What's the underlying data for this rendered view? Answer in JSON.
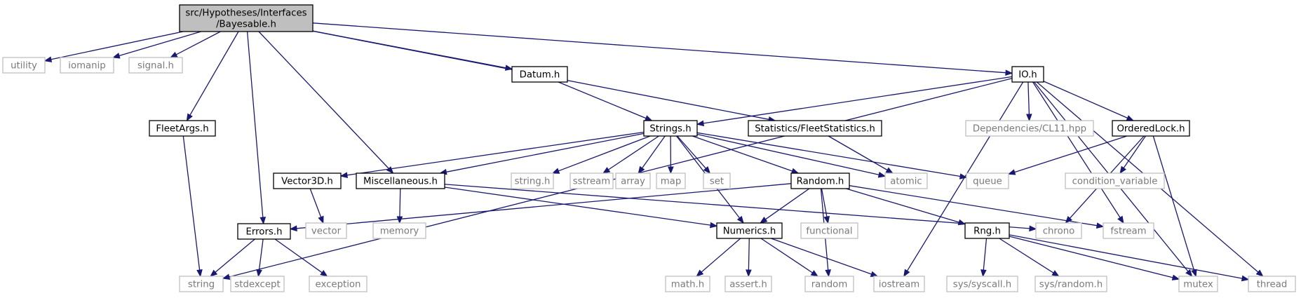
{
  "graph": {
    "colors": {
      "edge": "#191970",
      "local_border": "#000000",
      "external_border": "#bfbfbf",
      "external_text": "#7a7a7a",
      "root_fill": "#bfbfbf"
    },
    "nodes": {
      "root": {
        "label": [
          "src/Hypotheses/Interfaces",
          "/Bayesable.h"
        ],
        "kind": "root"
      },
      "utility": {
        "label": [
          "utility"
        ],
        "kind": "external"
      },
      "iomanip": {
        "label": [
          "iomanip"
        ],
        "kind": "external"
      },
      "signal": {
        "label": [
          "signal.h"
        ],
        "kind": "external"
      },
      "fleetargs": {
        "label": [
          "FleetArgs.h"
        ],
        "kind": "local"
      },
      "errors": {
        "label": [
          "Errors.h"
        ],
        "kind": "local"
      },
      "misc": {
        "label": [
          "Miscellaneous.h"
        ],
        "kind": "local"
      },
      "datum": {
        "label": [
          "Datum.h"
        ],
        "kind": "local"
      },
      "fleetstats": {
        "label": [
          "Statistics/FleetStatistics.h"
        ],
        "kind": "local"
      },
      "io": {
        "label": [
          "IO.h"
        ],
        "kind": "local"
      },
      "strings": {
        "label": [
          "Strings.h"
        ],
        "kind": "local"
      },
      "cl11": {
        "label": [
          "Dependencies/CL11.hpp"
        ],
        "kind": "external"
      },
      "orderedlock": {
        "label": [
          "OrderedLock.h"
        ],
        "kind": "local"
      },
      "vector3d": {
        "label": [
          "Vector3D.h"
        ],
        "kind": "local"
      },
      "stringh": {
        "label": [
          "string.h"
        ],
        "kind": "external"
      },
      "sstream": {
        "label": [
          "sstream"
        ],
        "kind": "external"
      },
      "array": {
        "label": [
          "array"
        ],
        "kind": "external"
      },
      "map": {
        "label": [
          "map"
        ],
        "kind": "external"
      },
      "set": {
        "label": [
          "set"
        ],
        "kind": "external"
      },
      "random_h": {
        "label": [
          "Random.h"
        ],
        "kind": "local"
      },
      "atomic": {
        "label": [
          "atomic"
        ],
        "kind": "external"
      },
      "queue": {
        "label": [
          "queue"
        ],
        "kind": "external"
      },
      "condvar": {
        "label": [
          "condition_variable"
        ],
        "kind": "external"
      },
      "vector": {
        "label": [
          "vector"
        ],
        "kind": "external"
      },
      "memory": {
        "label": [
          "memory"
        ],
        "kind": "external"
      },
      "numerics": {
        "label": [
          "Numerics.h"
        ],
        "kind": "local"
      },
      "functional": {
        "label": [
          "functional"
        ],
        "kind": "external"
      },
      "chrono": {
        "label": [
          "chrono"
        ],
        "kind": "external"
      },
      "fstream": {
        "label": [
          "fstream"
        ],
        "kind": "external"
      },
      "rng": {
        "label": [
          "Rng.h"
        ],
        "kind": "local"
      },
      "string": {
        "label": [
          "string"
        ],
        "kind": "external"
      },
      "stdexcept": {
        "label": [
          "stdexcept"
        ],
        "kind": "external"
      },
      "exception": {
        "label": [
          "exception"
        ],
        "kind": "external"
      },
      "math": {
        "label": [
          "math.h"
        ],
        "kind": "external"
      },
      "assert": {
        "label": [
          "assert.h"
        ],
        "kind": "external"
      },
      "random": {
        "label": [
          "random"
        ],
        "kind": "external"
      },
      "iostream": {
        "label": [
          "iostream"
        ],
        "kind": "external"
      },
      "syscall": {
        "label": [
          "sys/syscall.h"
        ],
        "kind": "external"
      },
      "sysrandom": {
        "label": [
          "sys/random.h"
        ],
        "kind": "external"
      },
      "mutex": {
        "label": [
          "mutex"
        ],
        "kind": "external"
      },
      "thread": {
        "label": [
          "thread"
        ],
        "kind": "external"
      }
    },
    "edges": [
      [
        "root",
        "utility"
      ],
      [
        "root",
        "iomanip"
      ],
      [
        "root",
        "signal"
      ],
      [
        "root",
        "fleetargs"
      ],
      [
        "root",
        "errors"
      ],
      [
        "root",
        "misc"
      ],
      [
        "root",
        "datum"
      ],
      [
        "root",
        "fleetstats"
      ],
      [
        "root",
        "io"
      ],
      [
        "fleetargs",
        "string"
      ],
      [
        "datum",
        "strings"
      ],
      [
        "fleetstats",
        "atomic"
      ],
      [
        "io",
        "string"
      ],
      [
        "io",
        "strings"
      ],
      [
        "io",
        "cl11"
      ],
      [
        "io",
        "orderedlock"
      ],
      [
        "io",
        "iostream"
      ],
      [
        "io",
        "fstream"
      ],
      [
        "io",
        "mutex"
      ],
      [
        "io",
        "thread"
      ],
      [
        "strings",
        "vector3d"
      ],
      [
        "strings",
        "misc"
      ],
      [
        "strings",
        "stringh"
      ],
      [
        "strings",
        "sstream"
      ],
      [
        "strings",
        "array"
      ],
      [
        "strings",
        "map"
      ],
      [
        "strings",
        "set"
      ],
      [
        "strings",
        "random_h"
      ],
      [
        "strings",
        "atomic"
      ],
      [
        "strings",
        "queue"
      ],
      [
        "strings",
        "numerics"
      ],
      [
        "orderedlock",
        "queue"
      ],
      [
        "orderedlock",
        "condvar"
      ],
      [
        "orderedlock",
        "chrono"
      ],
      [
        "orderedlock",
        "mutex"
      ],
      [
        "vector3d",
        "vector"
      ],
      [
        "misc",
        "memory"
      ],
      [
        "misc",
        "numerics"
      ],
      [
        "misc",
        "chrono"
      ],
      [
        "random_h",
        "errors"
      ],
      [
        "random_h",
        "numerics"
      ],
      [
        "random_h",
        "functional"
      ],
      [
        "random_h",
        "random"
      ],
      [
        "random_h",
        "fstream"
      ],
      [
        "random_h",
        "rng"
      ],
      [
        "errors",
        "string"
      ],
      [
        "errors",
        "stdexcept"
      ],
      [
        "errors",
        "exception"
      ],
      [
        "numerics",
        "math"
      ],
      [
        "numerics",
        "assert"
      ],
      [
        "numerics",
        "random"
      ],
      [
        "numerics",
        "iostream"
      ],
      [
        "rng",
        "syscall"
      ],
      [
        "rng",
        "sysrandom"
      ],
      [
        "rng",
        "mutex"
      ],
      [
        "rng",
        "thread"
      ]
    ]
  }
}
